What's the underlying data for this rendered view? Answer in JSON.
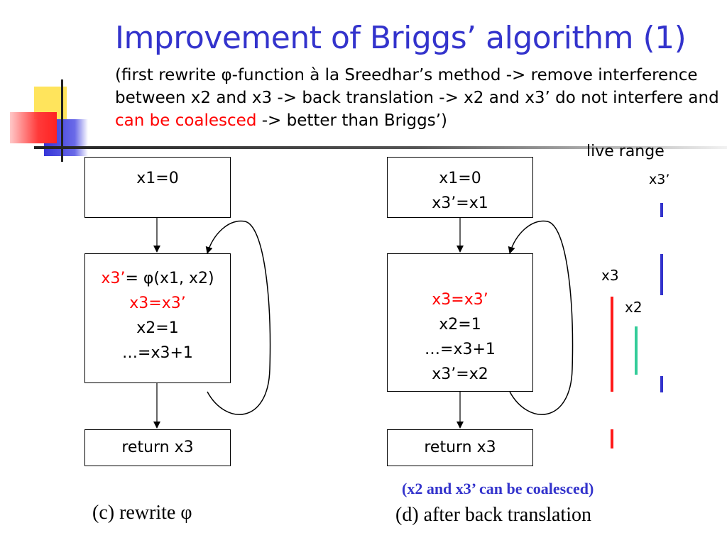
{
  "title": "Improvement of Briggs’ algorithm (1)",
  "subtitle": {
    "part1": "(first rewrite ",
    "phi": "φ",
    "part2": "-function à la Sreedhar’s method -> remove interference between x2 and x3 -> back translation -> x2 and x3’ do not interfere and ",
    "highlight": "can be coalesced",
    "part3": " -> better than Briggs’)"
  },
  "diagram_c": {
    "entry_block": [
      "x1=0"
    ],
    "loop_block": {
      "line1_red": "x3’",
      "line1_rest": "= φ(x1, x2)",
      "line2_red": "x3=x3’",
      "line3": "x2=1",
      "line4": "…=x3+1"
    },
    "exit_block": [
      "return x3"
    ],
    "caption": "(c) rewrite φ"
  },
  "diagram_d": {
    "entry_block": [
      "x1=0",
      "x3’=x1"
    ],
    "loop_block": {
      "line1_red": "x3=x3’",
      "line2": "x2=1",
      "line3": "…=x3+1",
      "line4": "x3’=x2"
    },
    "exit_block": [
      "return x3"
    ],
    "caption": "(d) after back translation",
    "note": "(x2 and x3’ can be coalesced)"
  },
  "live_range": {
    "heading": "live range",
    "labels": [
      "x3’",
      "x3",
      "x2"
    ],
    "colors": {
      "x3_prime": "#3333cc",
      "x3": "#ff1a1a",
      "x2": "#33cc99"
    }
  }
}
